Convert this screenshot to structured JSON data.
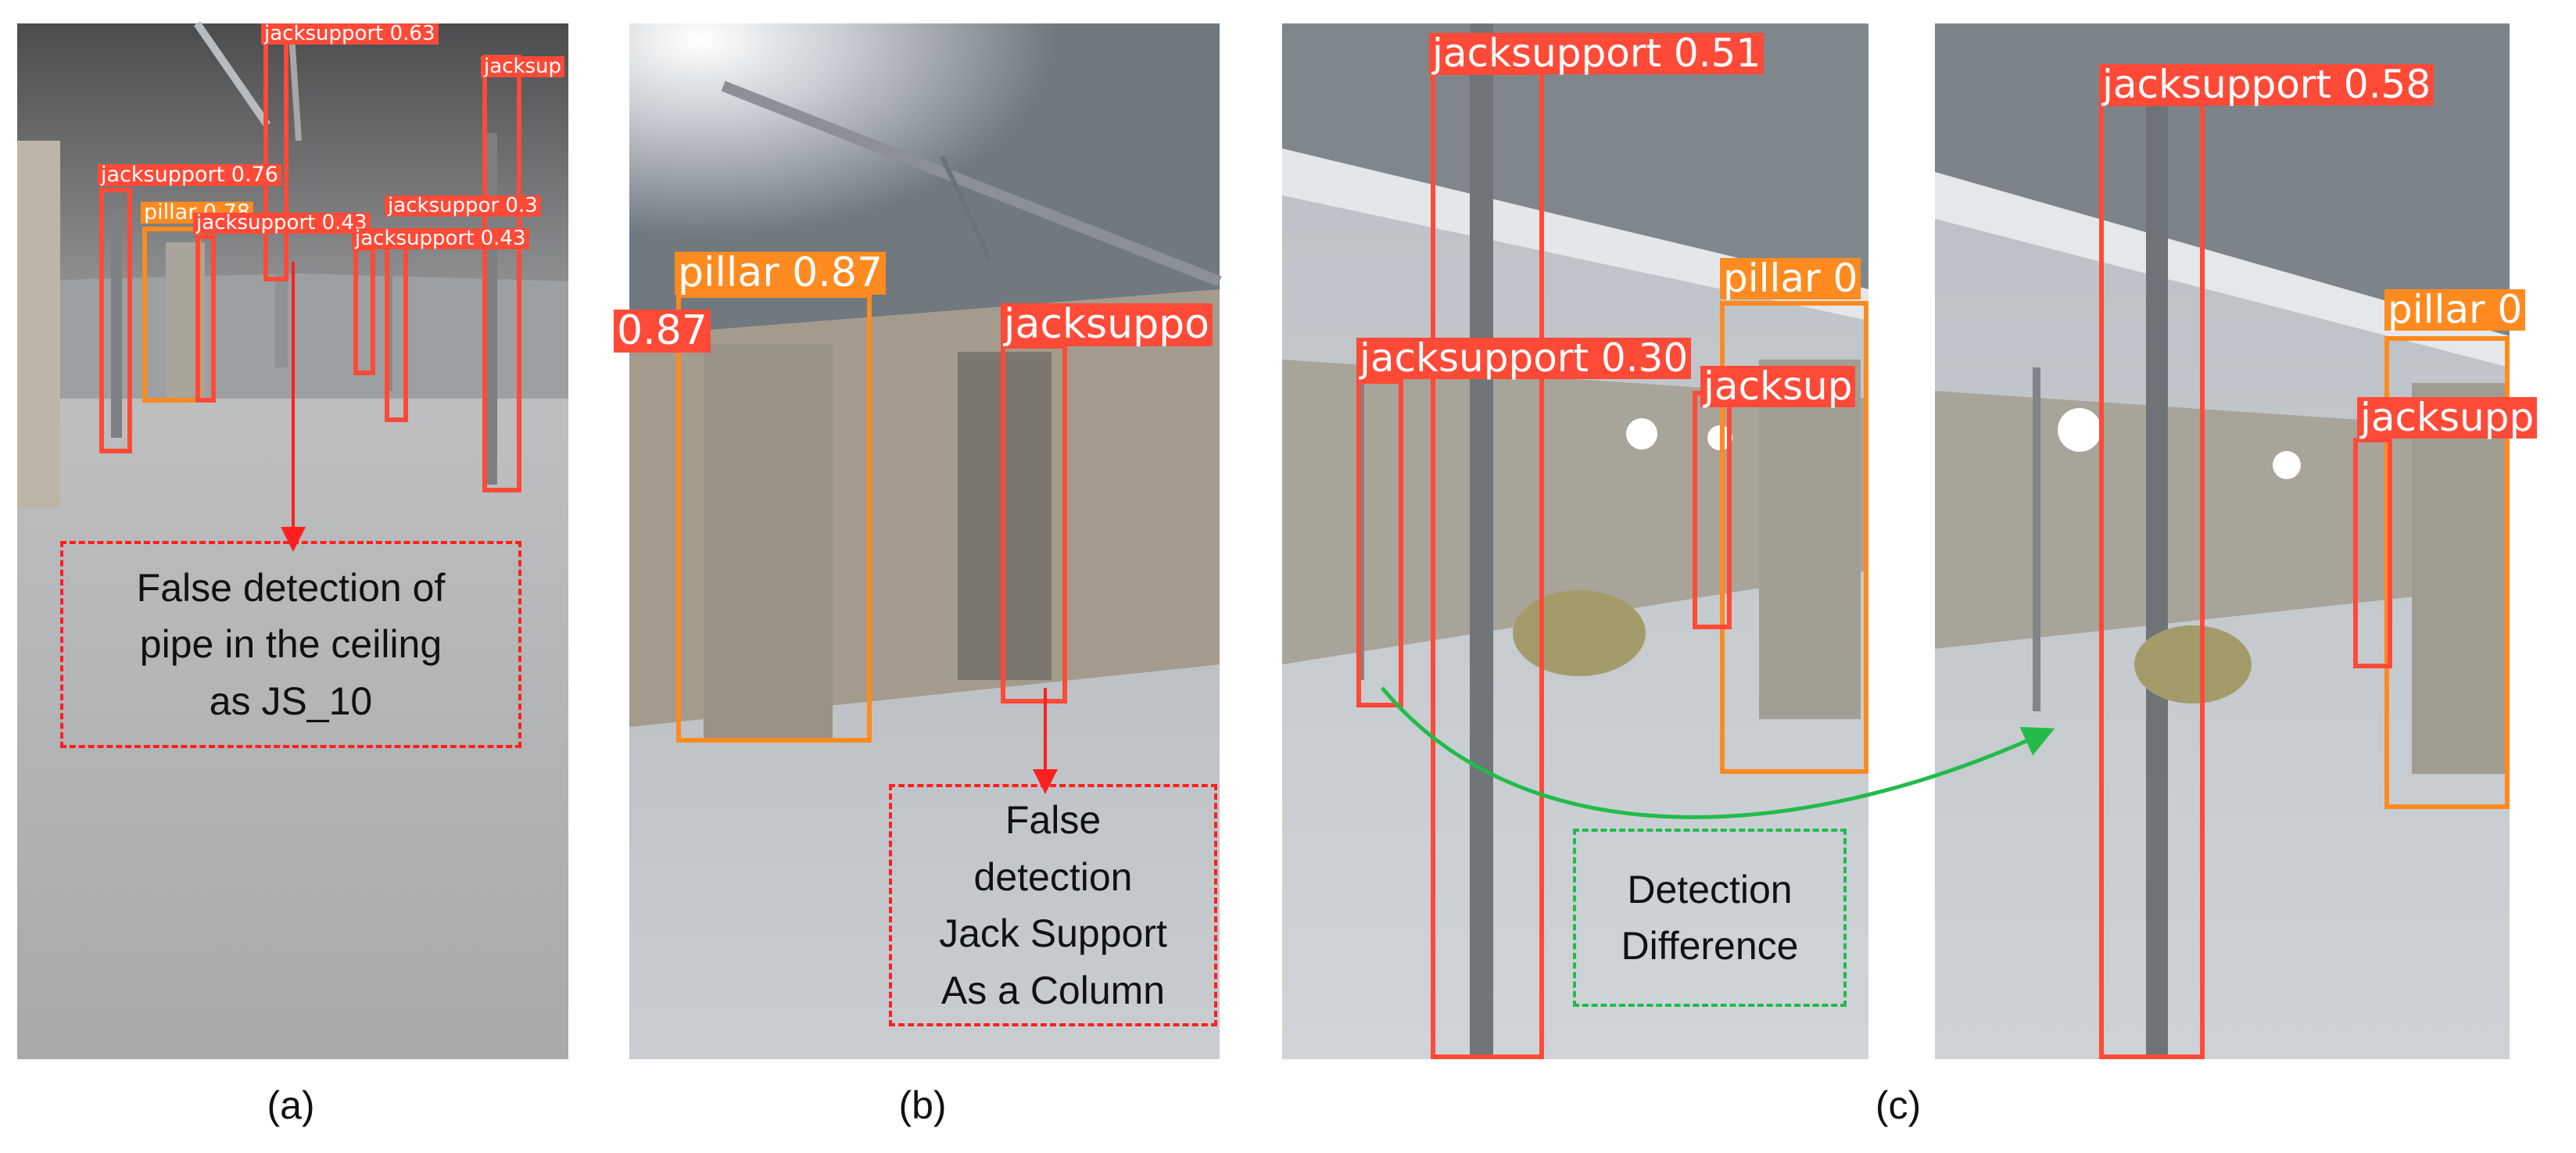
{
  "panel_a": {
    "detections": [
      {
        "label": "jacksupport 0.63"
      },
      {
        "label": "jacksup"
      },
      {
        "label": "jacksupport 0.76"
      },
      {
        "label": "pillar 0.78"
      },
      {
        "label": "jacksupport 0.43"
      },
      {
        "label": "jacksuppor 0.3"
      },
      {
        "label": "jacksupport 0.43"
      }
    ],
    "callout": [
      "False detection of",
      "pipe in the ceiling",
      "as JS_10"
    ],
    "caption": "(a)"
  },
  "panel_b": {
    "detections": [
      {
        "label": "pillar 0.87"
      },
      {
        "label": "0.87"
      },
      {
        "label": "jacksuppo"
      }
    ],
    "callout": [
      "False",
      "detection",
      "Jack Support",
      "As a Column"
    ],
    "caption": "(b)"
  },
  "panel_c1": {
    "detections": [
      {
        "label": "jacksupport 0.51"
      },
      {
        "label": "pillar 0"
      },
      {
        "label": "jacksupport 0.30"
      },
      {
        "label": "jacksup"
      }
    ],
    "callout": [
      "Detection",
      "Difference"
    ]
  },
  "panel_c2": {
    "detections": [
      {
        "label": "jacksupport 0.58"
      },
      {
        "label": "pillar 0"
      },
      {
        "label": "jacksupp"
      }
    ]
  },
  "caption_c": "(c)",
  "colors": {
    "jacksupport_box": "#ff4a38",
    "pillar_box": "#ff8a1f",
    "false_detection_callout": "#ff1f1f",
    "difference_callout": "#22bb4a"
  }
}
